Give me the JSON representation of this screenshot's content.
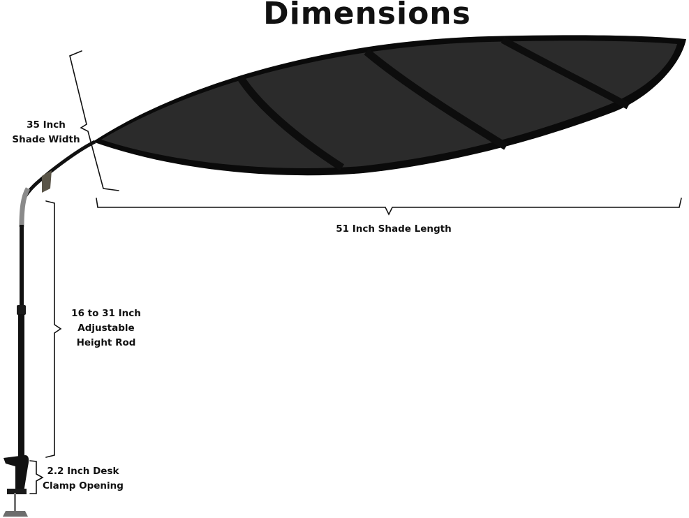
{
  "title": "Dimensions",
  "labels": {
    "shade_width": [
      "35 Inch",
      "Shade Width"
    ],
    "shade_length": "51 Inch Shade Length",
    "height_rod": [
      "16 to 31 Inch",
      "Adjustable",
      "Height Rod"
    ],
    "clamp_opening": [
      "2.2 Inch Desk",
      "Clamp Opening"
    ]
  },
  "colors": {
    "shade_fabric": "#2a2a2a",
    "shade_border": "#0a0a0a",
    "rod": "#111111",
    "bracket_line": "#111111",
    "text": "#111111"
  }
}
